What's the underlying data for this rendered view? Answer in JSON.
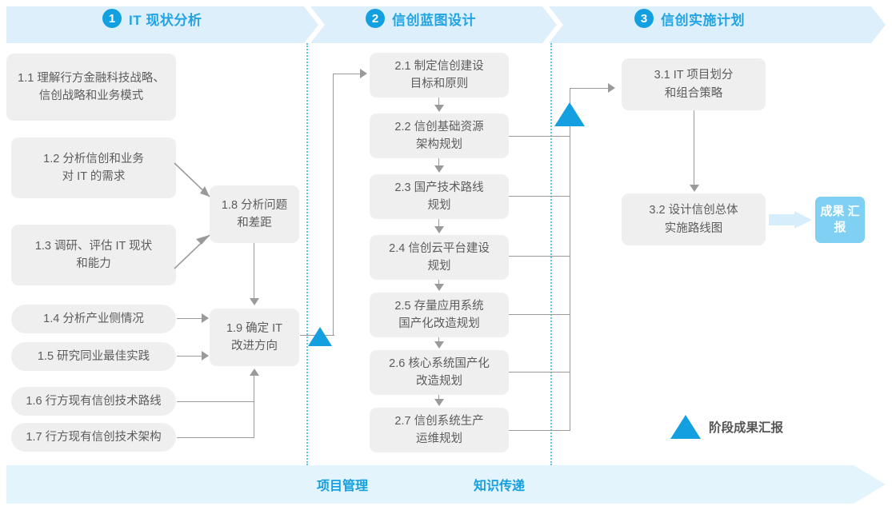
{
  "header": {
    "phases": [
      {
        "num": "1",
        "label": "IT 现状分析"
      },
      {
        "num": "2",
        "label": "信创蓝图设计"
      },
      {
        "num": "3",
        "label": "信创实施计划"
      }
    ]
  },
  "phase1": {
    "boxes": [
      {
        "id": "1.1",
        "line1": "1.1 理解行方金融科技战略、",
        "line2": "信创战略和业务模式"
      },
      {
        "id": "1.2",
        "line1": "1.2 分析信创和业务",
        "line2": "对 IT 的需求"
      },
      {
        "id": "1.3",
        "line1": "1.3 调研、评估 IT 现状",
        "line2": "和能力"
      },
      {
        "id": "1.4",
        "line1": "1.4 分析产业侧情况",
        "line2": ""
      },
      {
        "id": "1.5",
        "line1": "1.5 研究同业最佳实践",
        "line2": ""
      },
      {
        "id": "1.6",
        "line1": "1.6 行方现有信创技术路线",
        "line2": ""
      },
      {
        "id": "1.7",
        "line1": "1.7 行方现有信创技术架构",
        "line2": ""
      },
      {
        "id": "1.8",
        "line1": "1.8 分析问题",
        "line2": "和差距"
      },
      {
        "id": "1.9",
        "line1": "1.9 确定 IT",
        "line2": "改进方向"
      }
    ]
  },
  "phase2": {
    "boxes": [
      {
        "id": "2.1",
        "line1": "2.1 制定信创建设",
        "line2": "目标和原则"
      },
      {
        "id": "2.2",
        "line1": "2.2 信创基础资源",
        "line2": "架构规划"
      },
      {
        "id": "2.3",
        "line1": "2.3 国产技术路线",
        "line2": "规划"
      },
      {
        "id": "2.4",
        "line1": "2.4 信创云平台建设",
        "line2": "规划"
      },
      {
        "id": "2.5",
        "line1": "2.5 存量应用系统",
        "line2": "国产化改造规划"
      },
      {
        "id": "2.6",
        "line1": "2.6 核心系统国产化",
        "line2": "改造规划"
      },
      {
        "id": "2.7",
        "line1": "2.7 信创系统生产",
        "line2": "运维规划"
      }
    ]
  },
  "phase3": {
    "boxes": [
      {
        "id": "3.1",
        "line1": "3.1 IT 项目划分",
        "line2": "和组合策略"
      },
      {
        "id": "3.2",
        "line1": "3.2 设计信创总体",
        "line2": "实施路线图"
      }
    ],
    "result_badge": {
      "line1": "成果",
      "line2": "汇报"
    }
  },
  "legend": {
    "milestone_label": "阶段成果汇报"
  },
  "footer": {
    "items": [
      {
        "label": "项目管理"
      },
      {
        "label": "知识传递"
      }
    ]
  },
  "colors": {
    "brand_blue": "#13a0e0",
    "band_blue": "#ddeffb",
    "footer_blue": "#e4f4fc",
    "badge_blue": "#7fd0f2",
    "box_gray": "#efefef",
    "text_gray": "#5c5c5c",
    "connector_gray": "#9a9a9a",
    "dotted_blue": "#62c3e8"
  }
}
